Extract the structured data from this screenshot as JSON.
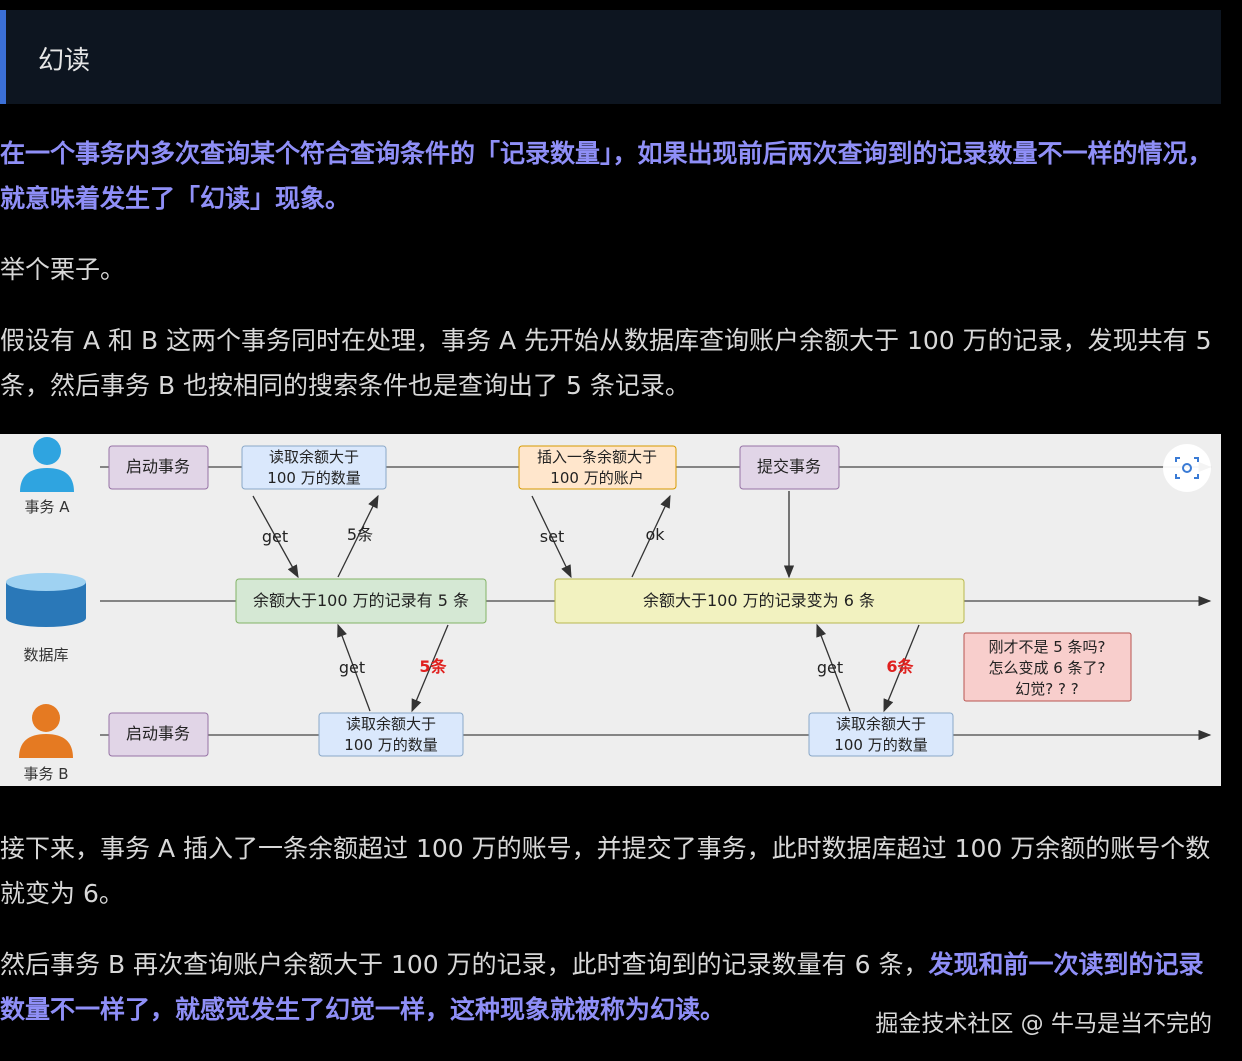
{
  "heading": "幻读",
  "definition": "在一个事务内多次查询某个符合查询条件的「记录数量」，如果出现前后两次查询到的记录数量不一样的情况，就意味着发生了「幻读」现象。",
  "example_intro": "举个栗子。",
  "para3": "假设有 A 和 B 这两个事务同时在处理，事务 A 先开始从数据库查询账户余额大于 100 万的记录，发现共有 5 条，然后事务 B 也按相同的搜索条件也是查询出了 5 条记录。",
  "para4": "接下来，事务 A 插入了一条余额超过 100 万的账号，并提交了事务，此时数据库超过 100 万余额的账号个数就变为 6。",
  "para5_normal": "然后事务 B 再次查询账户余额大于 100 万的记录，此时查询到的记录数量有 6 条，",
  "para5_highlight": "发现和前一次读到的记录数量不一样了，就感觉发生了幻觉一样，这种现象就被称为幻读。",
  "watermark": "掘金技术社区 @ 牛马是当不完的",
  "diagram": {
    "actor_a": "事务 A",
    "actor_db": "数据库",
    "actor_b": "事务 B",
    "a_start": "启动事务",
    "a_read_1": "读取余额大于",
    "a_read_2": "100 万的数量",
    "a_insert_1": "插入一条余额大于",
    "a_insert_2": "100 万的账户",
    "a_commit": "提交事务",
    "db_state1": "余额大于100 万的记录有 5 条",
    "db_state2": "余额大于100 万的记录变为 6 条",
    "b_start": "启动事务",
    "b_read1_1": "读取余额大于",
    "b_read1_2": "100 万的数量",
    "b_read2_1": "读取余额大于",
    "b_read2_2": "100 万的数量",
    "lbl_get": "get",
    "lbl_5": "5条",
    "lbl_set": "set",
    "lbl_ok": "ok",
    "lbl_6": "6条",
    "note_1": "刚才不是 5 条吗?",
    "note_2": "怎么变成 6 条了?",
    "note_3": "幻觉? ? ?",
    "lens_icon": "lens-icon"
  }
}
